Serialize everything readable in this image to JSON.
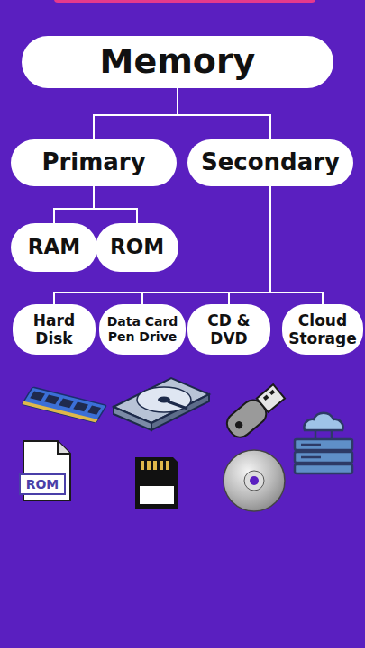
{
  "diagram": {
    "title": "Memory",
    "nodes": [
      {
        "text": [
          "Memory"
        ]
      },
      {
        "text": [
          "Primary"
        ]
      },
      {
        "text": [
          "Secondary"
        ]
      },
      {
        "text": [
          "RAM"
        ]
      },
      {
        "text": [
          "ROM"
        ]
      },
      {
        "text": [
          "Hard Disk"
        ]
      },
      {
        "text": [
          "Data Card Pen Drive"
        ]
      },
      {
        "text": [
          "CD & DVD"
        ]
      },
      {
        "text": [
          "Cloud Storage"
        ]
      }
    ],
    "edges": [
      {
        "from": 0,
        "to": 1,
        "arrow": "none"
      },
      {
        "from": 0,
        "to": 2,
        "arrow": "none"
      },
      {
        "from": 1,
        "to": 3,
        "arrow": "none"
      },
      {
        "from": 1,
        "to": 4,
        "arrow": "none"
      },
      {
        "from": 2,
        "to": 5,
        "arrow": "none"
      },
      {
        "from": 2,
        "to": 6,
        "arrow": "none"
      },
      {
        "from": 2,
        "to": 7,
        "arrow": "none"
      },
      {
        "from": 2,
        "to": 8,
        "arrow": "none"
      }
    ],
    "labels": [
      "ROM"
    ]
  }
}
